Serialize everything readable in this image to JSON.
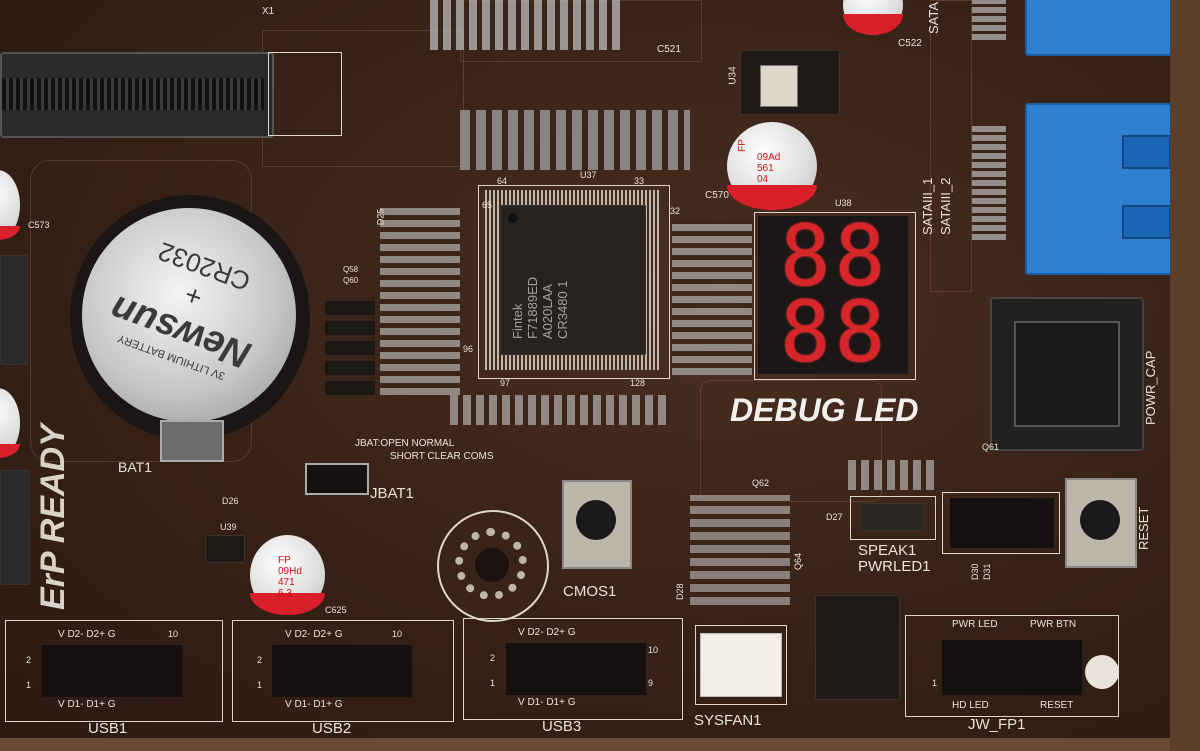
{
  "labels": {
    "x1": "X1",
    "c521": "C521",
    "c522": "C522",
    "u34": "U34",
    "u37": "U37",
    "c570": "C570",
    "u38": "U38",
    "c573": "C573",
    "d25": "D25",
    "q58": "Q58",
    "q60": "Q60",
    "bat1": "BAT1",
    "d26": "D26",
    "jbat_note_line1": "JBAT:OPEN NORMAL",
    "jbat_note_line2": "SHORT CLEAR COMS",
    "jbat1": "JBAT1",
    "u39": "U39",
    "c625": "C625",
    "cmos1": "CMOS1",
    "debug_led": "DEBUG LED",
    "erp_ready": "ErP READY",
    "satalll_1": "SATAIII_1",
    "satalll_2": "SATAIII_2",
    "sata_top": "SATA",
    "powr_cap": "POWR_CAP",
    "q61": "Q61",
    "d27": "D27",
    "speak1": "SPEAK1",
    "pwrled1": "PWRLED1",
    "reset": "RESET",
    "q62": "Q62",
    "q64": "Q64",
    "d28": "D28",
    "d30": "D30",
    "d31": "D31",
    "sysfan1": "SYSFAN1",
    "usb1": "USB1",
    "usb2": "USB2",
    "usb3": "USB3",
    "jw_fp1": "JW_FP1",
    "pwr_led": "PWR LED",
    "pwr_btn": "PWR BTN",
    "hd_led": "HD LED",
    "reset_small": "RESET",
    "usb_pin_top": "V  D2-  D2+  G",
    "usb_pin_bottom": "V  D1-  D1+  G",
    "pin2": "2",
    "pin1": "1",
    "pin10": "10",
    "pin9": "9",
    "pin64": "64",
    "pin33": "33",
    "pin65": "65",
    "pin32": "32",
    "pin96": "96",
    "pin97": "97",
    "pin128": "128"
  },
  "chip": {
    "brand": "Fintek",
    "part": "F71889ED",
    "line2": "A020LAA",
    "line3": "CR3480 1"
  },
  "battery": {
    "brand": "Newsun",
    "model": "CR2032",
    "desc": "3V LITHIUM BATTERY",
    "plus": "+"
  },
  "capacitors": {
    "c570_text": [
      "FP",
      "09Ad",
      "561",
      "04"
    ],
    "c625_text": [
      "FP",
      "09Hd",
      "471",
      "6.3"
    ]
  },
  "debug_display": {
    "digits": "88"
  },
  "colors": {
    "pcb": "#3a2318",
    "silkscreen": "#e9e3da",
    "sata_blue": "#2f7fd0",
    "led_red": "#e02020",
    "cap_band": "#d81f2a"
  }
}
